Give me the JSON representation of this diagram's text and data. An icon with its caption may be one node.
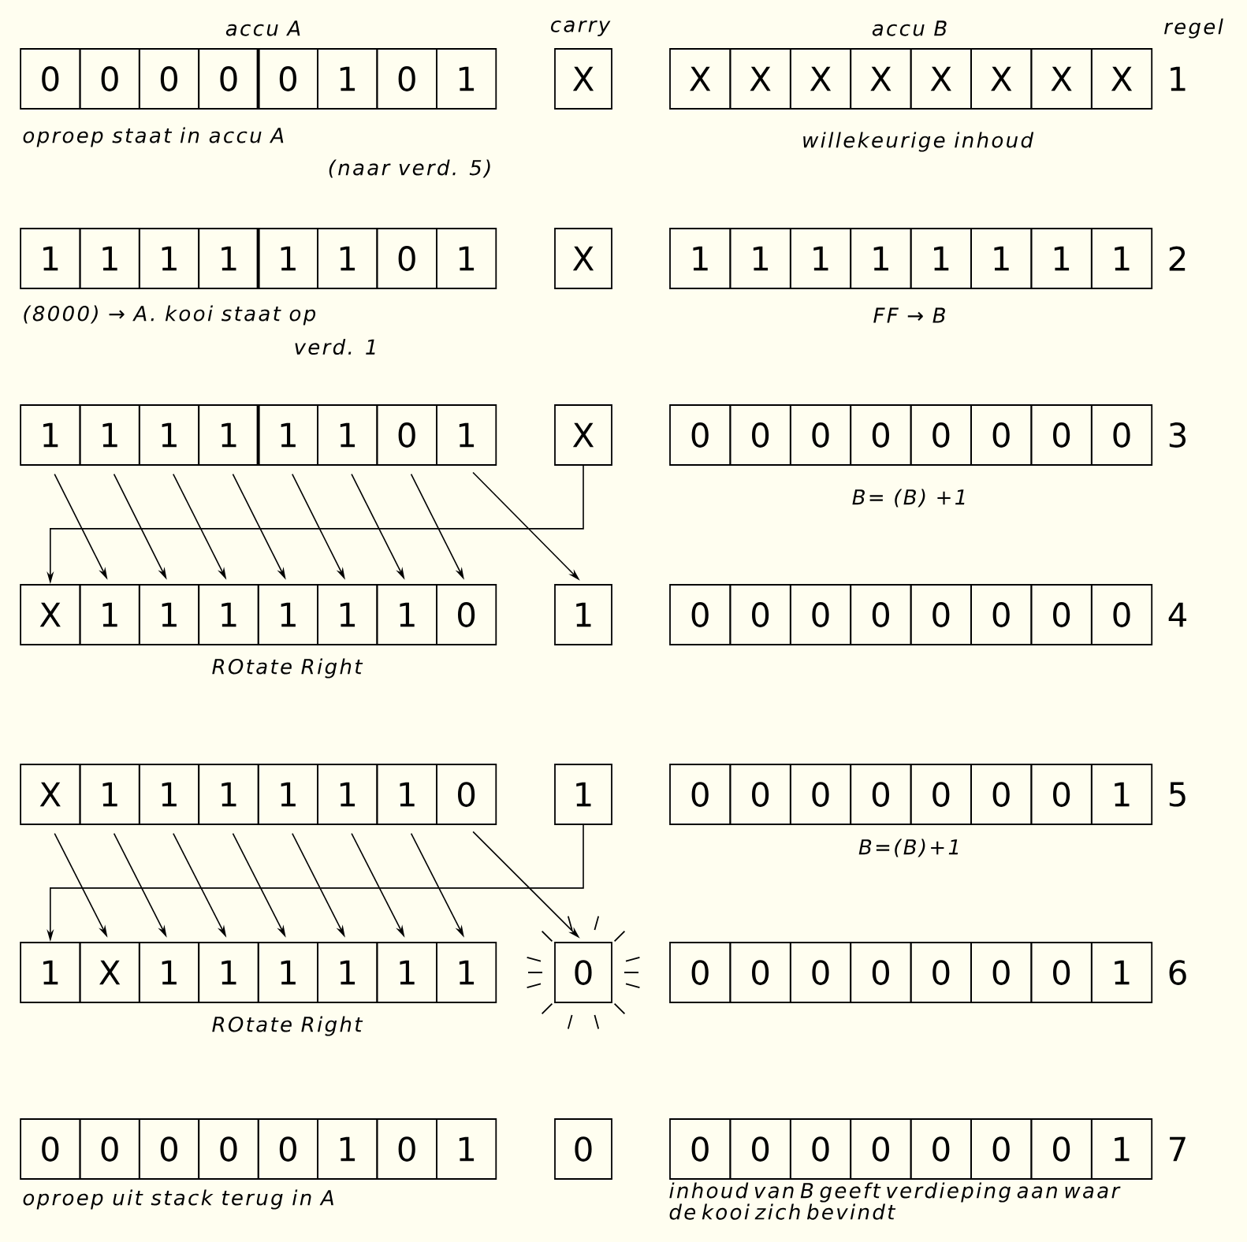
{
  "diagram": {
    "nodes": [
      {
        "text": [
          "0"
        ]
      },
      {
        "text": [
          "0"
        ]
      },
      {
        "text": [
          "0"
        ]
      },
      {
        "text": [
          "0"
        ]
      },
      {
        "text": [
          "0"
        ]
      },
      {
        "text": [
          "1"
        ]
      },
      {
        "text": [
          "0"
        ]
      },
      {
        "text": [
          "1"
        ]
      },
      {
        "text": [
          "X"
        ]
      },
      {
        "text": [
          "X"
        ]
      },
      {
        "text": [
          "X"
        ]
      },
      {
        "text": [
          "X"
        ]
      },
      {
        "text": [
          "X"
        ]
      },
      {
        "text": [
          "X"
        ]
      },
      {
        "text": [
          "X"
        ]
      },
      {
        "text": [
          "X"
        ]
      },
      {
        "text": [
          "X"
        ]
      },
      {
        "text": [
          "1"
        ]
      },
      {
        "text": [
          "1"
        ]
      },
      {
        "text": [
          "1"
        ]
      },
      {
        "text": [
          "1"
        ]
      },
      {
        "text": [
          "1"
        ]
      },
      {
        "text": [
          "1"
        ]
      },
      {
        "text": [
          "0"
        ]
      },
      {
        "text": [
          "1"
        ]
      },
      {
        "text": [
          "X"
        ]
      },
      {
        "text": [
          "1"
        ]
      },
      {
        "text": [
          "1"
        ]
      },
      {
        "text": [
          "1"
        ]
      },
      {
        "text": [
          "1"
        ]
      },
      {
        "text": [
          "1"
        ]
      },
      {
        "text": [
          "1"
        ]
      },
      {
        "text": [
          "1"
        ]
      },
      {
        "text": [
          "1"
        ]
      },
      {
        "text": [
          "1"
        ]
      },
      {
        "text": [
          "1"
        ]
      },
      {
        "text": [
          "1"
        ]
      },
      {
        "text": [
          "1"
        ]
      },
      {
        "text": [
          "1"
        ]
      },
      {
        "text": [
          "1"
        ]
      },
      {
        "text": [
          "0"
        ]
      },
      {
        "text": [
          "1"
        ]
      },
      {
        "text": [
          "X"
        ]
      },
      {
        "text": [
          "0"
        ]
      },
      {
        "text": [
          "0"
        ]
      },
      {
        "text": [
          "0"
        ]
      },
      {
        "text": [
          "0"
        ]
      },
      {
        "text": [
          "0"
        ]
      },
      {
        "text": [
          "0"
        ]
      },
      {
        "text": [
          "0"
        ]
      },
      {
        "text": [
          "0"
        ]
      },
      {
        "text": [
          "X"
        ]
      },
      {
        "text": [
          "1"
        ]
      },
      {
        "text": [
          "1"
        ]
      },
      {
        "text": [
          "1"
        ]
      },
      {
        "text": [
          "1"
        ]
      },
      {
        "text": [
          "1"
        ]
      },
      {
        "text": [
          "1"
        ]
      },
      {
        "text": [
          "0"
        ]
      },
      {
        "text": [
          "1"
        ]
      },
      {
        "text": [
          "0"
        ]
      },
      {
        "text": [
          "0"
        ]
      },
      {
        "text": [
          "0"
        ]
      },
      {
        "text": [
          "0"
        ]
      },
      {
        "text": [
          "0"
        ]
      },
      {
        "text": [
          "0"
        ]
      },
      {
        "text": [
          "0"
        ]
      },
      {
        "text": [
          "0"
        ]
      },
      {
        "text": [
          "X"
        ]
      },
      {
        "text": [
          "1"
        ]
      },
      {
        "text": [
          "1"
        ]
      },
      {
        "text": [
          "1"
        ]
      },
      {
        "text": [
          "1"
        ]
      },
      {
        "text": [
          "1"
        ]
      },
      {
        "text": [
          "1"
        ]
      },
      {
        "text": [
          "0"
        ]
      },
      {
        "text": [
          "1"
        ]
      },
      {
        "text": [
          "0"
        ]
      },
      {
        "text": [
          "0"
        ]
      },
      {
        "text": [
          "0"
        ]
      },
      {
        "text": [
          "0"
        ]
      },
      {
        "text": [
          "0"
        ]
      },
      {
        "text": [
          "0"
        ]
      },
      {
        "text": [
          "0"
        ]
      },
      {
        "text": [
          "1"
        ]
      },
      {
        "text": [
          "1"
        ]
      },
      {
        "text": [
          "X"
        ]
      },
      {
        "text": [
          "1"
        ]
      },
      {
        "text": [
          "1"
        ]
      },
      {
        "text": [
          "1"
        ]
      },
      {
        "text": [
          "1"
        ]
      },
      {
        "text": [
          "1"
        ]
      },
      {
        "text": [
          "1"
        ]
      },
      {
        "text": [
          "0"
        ]
      },
      {
        "text": [
          "0"
        ]
      },
      {
        "text": [
          "0"
        ]
      },
      {
        "text": [
          "0"
        ]
      },
      {
        "text": [
          "0"
        ]
      },
      {
        "text": [
          "0"
        ]
      },
      {
        "text": [
          "0"
        ]
      },
      {
        "text": [
          "0"
        ]
      },
      {
        "text": [
          "1"
        ]
      },
      {
        "text": [
          "0"
        ]
      },
      {
        "text": [
          "0"
        ]
      },
      {
        "text": [
          "0"
        ]
      },
      {
        "text": [
          "0"
        ]
      },
      {
        "text": [
          "0"
        ]
      },
      {
        "text": [
          "1"
        ]
      },
      {
        "text": [
          "0"
        ]
      },
      {
        "text": [
          "1"
        ]
      },
      {
        "text": [
          "0"
        ]
      },
      {
        "text": [
          "0"
        ]
      },
      {
        "text": [
          "0"
        ]
      },
      {
        "text": [
          "0"
        ]
      },
      {
        "text": [
          "0"
        ]
      },
      {
        "text": [
          "0"
        ]
      },
      {
        "text": [
          "0"
        ]
      },
      {
        "text": [
          "0"
        ]
      },
      {
        "text": [
          "1"
        ]
      }
    ],
    "edges": [
      {
        "from": 34,
        "to": 52,
        "arrow": "to"
      },
      {
        "from": 35,
        "to": 53,
        "arrow": "to"
      },
      {
        "from": 36,
        "to": 54,
        "arrow": "to"
      },
      {
        "from": 37,
        "to": 55,
        "arrow": "to"
      },
      {
        "from": 38,
        "to": 56,
        "arrow": "to"
      },
      {
        "from": 39,
        "to": 57,
        "arrow": "to"
      },
      {
        "from": 40,
        "to": 58,
        "arrow": "to"
      },
      {
        "from": 41,
        "to": 59,
        "arrow": "to"
      },
      {
        "from": 42,
        "to": 51,
        "arrow": "to"
      },
      {
        "from": 68,
        "to": 86,
        "arrow": "to"
      },
      {
        "from": 69,
        "to": 87,
        "arrow": "to"
      },
      {
        "from": 70,
        "to": 88,
        "arrow": "to"
      },
      {
        "from": 71,
        "to": 89,
        "arrow": "to"
      },
      {
        "from": 72,
        "to": 90,
        "arrow": "to"
      },
      {
        "from": 73,
        "to": 91,
        "arrow": "to"
      },
      {
        "from": 74,
        "to": 92,
        "arrow": "to"
      },
      {
        "from": 75,
        "to": 93,
        "arrow": "to"
      },
      {
        "from": 76,
        "to": 85,
        "arrow": "to"
      }
    ],
    "labels": [
      "accu A",
      "carry",
      "accu B",
      "regel",
      "1",
      "oproep staat in accu A",
      "(naar verd. 5)",
      "willekeurige inhoud",
      "2",
      "(8000) → A. kooi staat op",
      "verd. 1",
      "FF → B",
      "3",
      "B= (B) +1",
      "4",
      "ROtate Right",
      "5",
      "B=(B)+1",
      "6",
      "ROtate Right",
      "7",
      "oproep uit stack terug in A",
      "inhoud van B geeft verdieping aan waar de kooi zich bevindt"
    ]
  }
}
